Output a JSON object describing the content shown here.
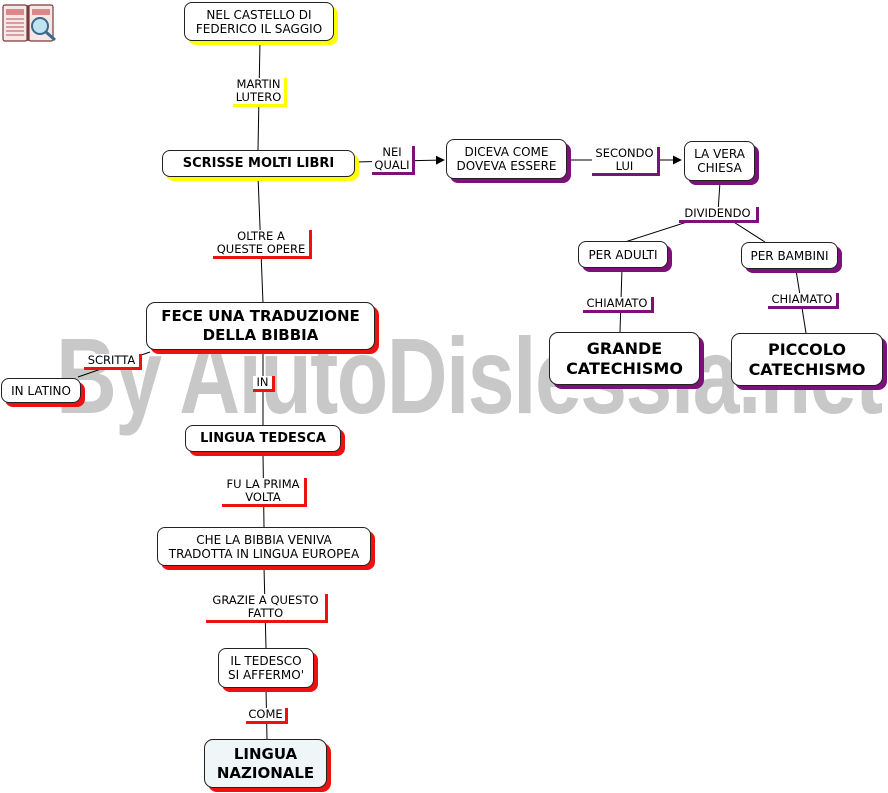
{
  "watermark": "By AiutoDislessia.net",
  "logo_icon": "book-magnifier-icon",
  "nodes": {
    "castello": "NEL CASTELLO DI\nFEDERICO IL SAGGIO",
    "scrisse": "SCRISSE MOLTI LIBRI",
    "diceva": "DICEVA COME\nDOVEVA ESSERE",
    "vera_chiesa": "LA VERA\nCHIESA",
    "per_adulti": "PER ADULTI",
    "per_bambini": "PER BAMBINI",
    "grande": "GRANDE\nCATECHISMO",
    "piccolo": "PICCOLO\nCATECHISMO",
    "traduzione": "FECE UNA TRADUZIONE\nDELLA BIBBIA",
    "latino": "IN LATINO",
    "tedesca": "LINGUA TEDESCA",
    "bibbia_europea": "CHE LA BIBBIA VENIVA\nTRADOTTA IN LINGUA EUROPEA",
    "tedesco_affermo": "IL TEDESCO\nSI AFFERMO'",
    "nazionale": "LINGUA\nNAZIONALE"
  },
  "links": {
    "martin": "MARTIN\nLUTERO",
    "nei_quali": "NEI\nQUALI",
    "secondo_lui": "SECONDO\nLUI",
    "dividendo": "DIVIDENDO",
    "chiamato_1": "CHIAMATO",
    "chiamato_2": "CHIAMATO",
    "oltre": "OLTRE A\nQUESTE OPERE",
    "scritta": "SCRITTA",
    "in": "IN",
    "prima_volta": "FU LA PRIMA\nVOLTA",
    "grazie": "GRAZIE A QUESTO\nFATTO",
    "come": "COME"
  },
  "colors": {
    "yellow": "#ffff00",
    "red": "#ee1111",
    "purple": "#7a127a",
    "watermark": "#c8c8c8"
  }
}
